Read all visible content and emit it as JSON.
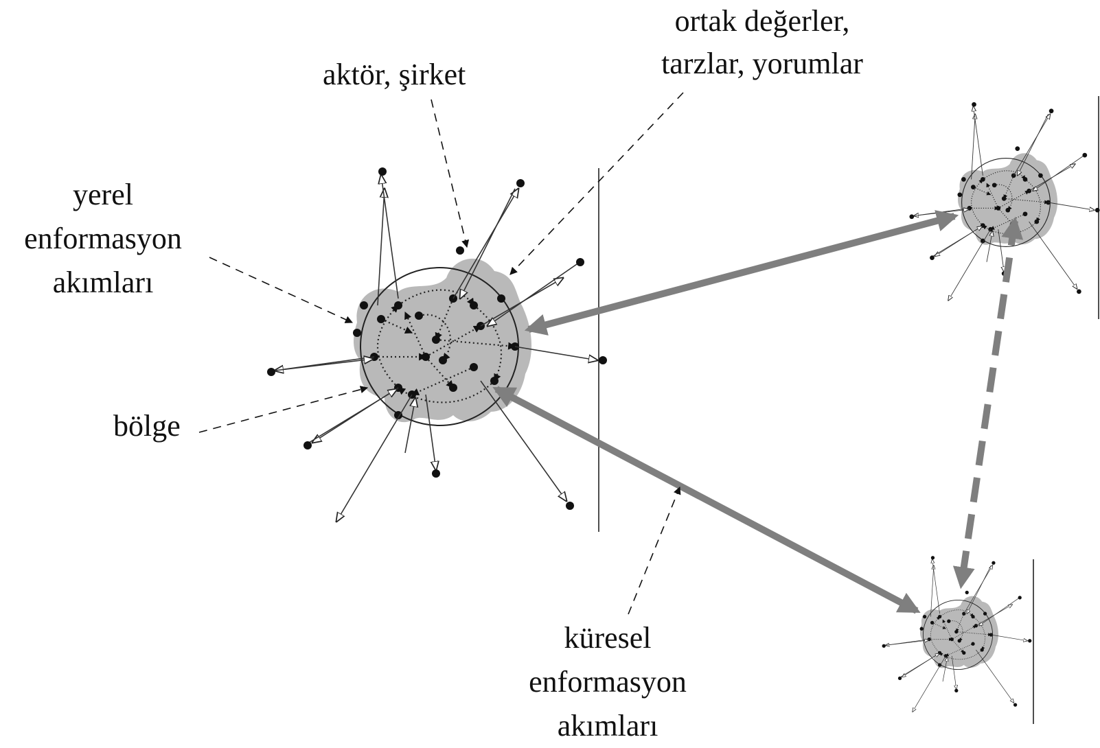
{
  "labels": {
    "actor": "aktör, şirket",
    "shared": [
      "ortak değerler,",
      "tarzlar, yorumlar"
    ],
    "local_flows": [
      "yerel",
      "enformasyon",
      "akımları"
    ],
    "region": "bölge",
    "global_flows": [
      "küresel",
      "enformasyon",
      "akımları"
    ]
  },
  "colors": {
    "blob": "#b9b9b9",
    "main_arrow": "#7f7f7f",
    "ink": "#111111"
  }
}
